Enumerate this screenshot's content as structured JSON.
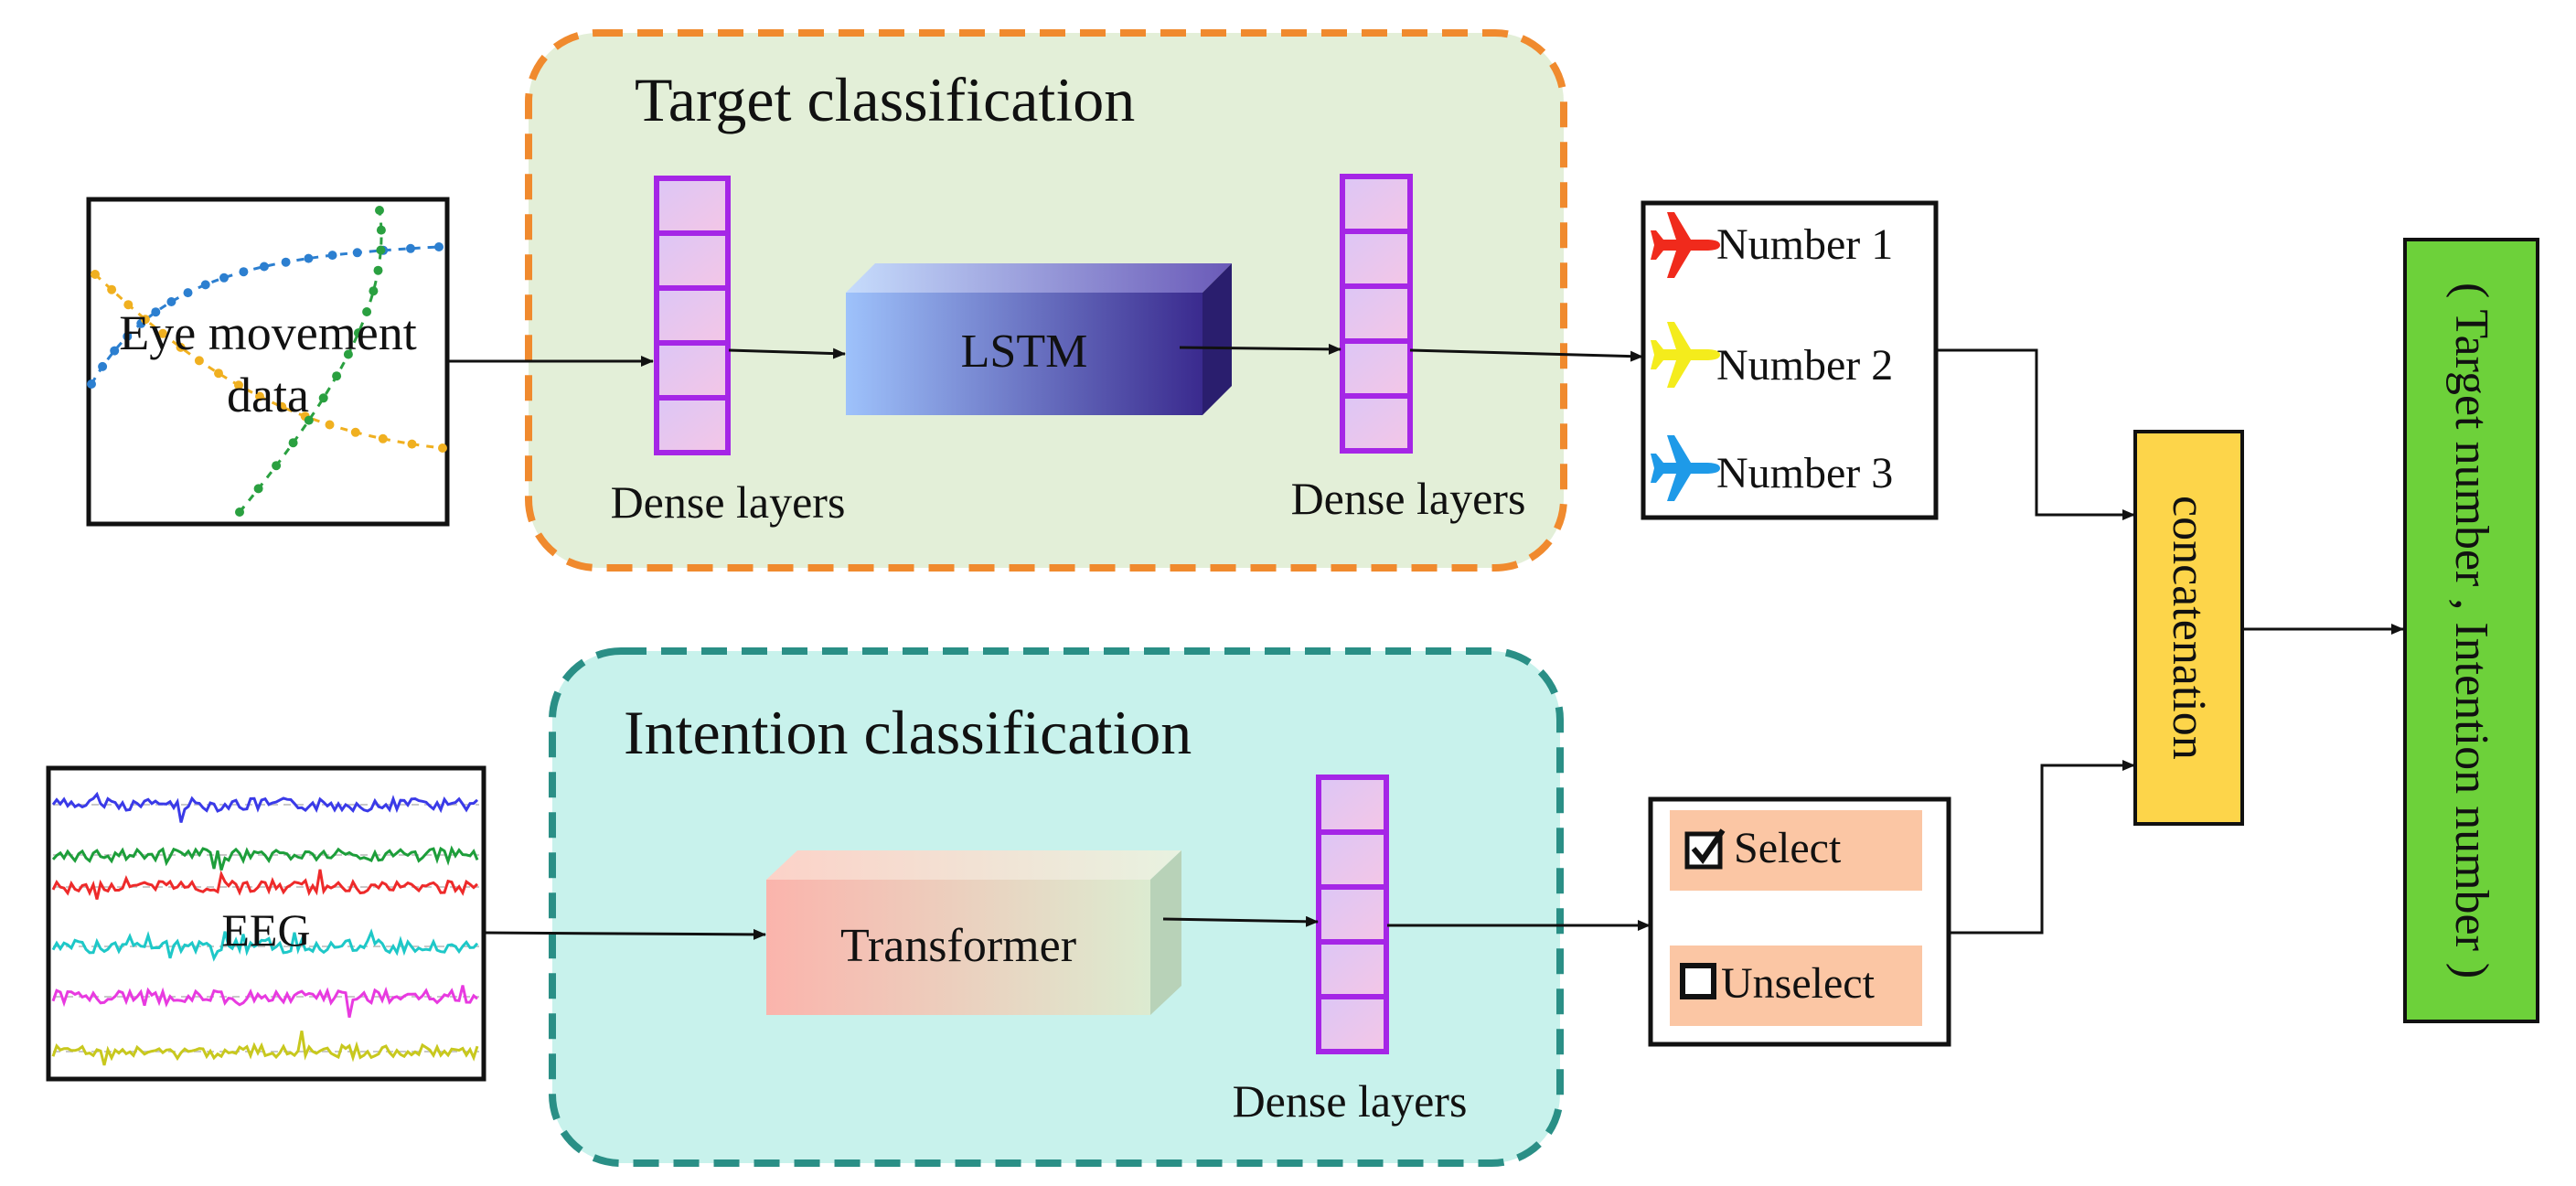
{
  "target_module": {
    "title": "Target classification",
    "input_label": "Eye movement\ndata",
    "dense_in_label": "Dense layers",
    "lstm_label": "LSTM",
    "dense_out_label": "Dense layers",
    "outputs": [
      "Number 1",
      "Number 2",
      "Number 3"
    ]
  },
  "intention_module": {
    "title": "Intention classification",
    "input_label": "EEG",
    "transformer_label": "Transformer",
    "dense_label": "Dense layers",
    "outputs": [
      "Select",
      "Unselect"
    ]
  },
  "fusion": {
    "concat_label": "concatenation",
    "final_label": "( Target number , Intention number )"
  },
  "colors": {
    "target_bg": "#e3efd8",
    "target_border": "#f08a2e",
    "intention_bg": "#c8f2ec",
    "intention_border": "#2a8f86",
    "dense_border": "#a526e6",
    "lstm_front": "#6f7fe0",
    "transformer_front": "#f7c4b4",
    "concat_fill": "#fdd54a",
    "final_fill": "#6dd13a",
    "plane_colors": [
      "#f02a1c",
      "#f4ec1c",
      "#1e9ae8"
    ],
    "eeg_colors": [
      "#3a3ae8",
      "#1d9e3a",
      "#ee2a2a",
      "#1ec8c8",
      "#e83ae0",
      "#c8c81e"
    ]
  }
}
